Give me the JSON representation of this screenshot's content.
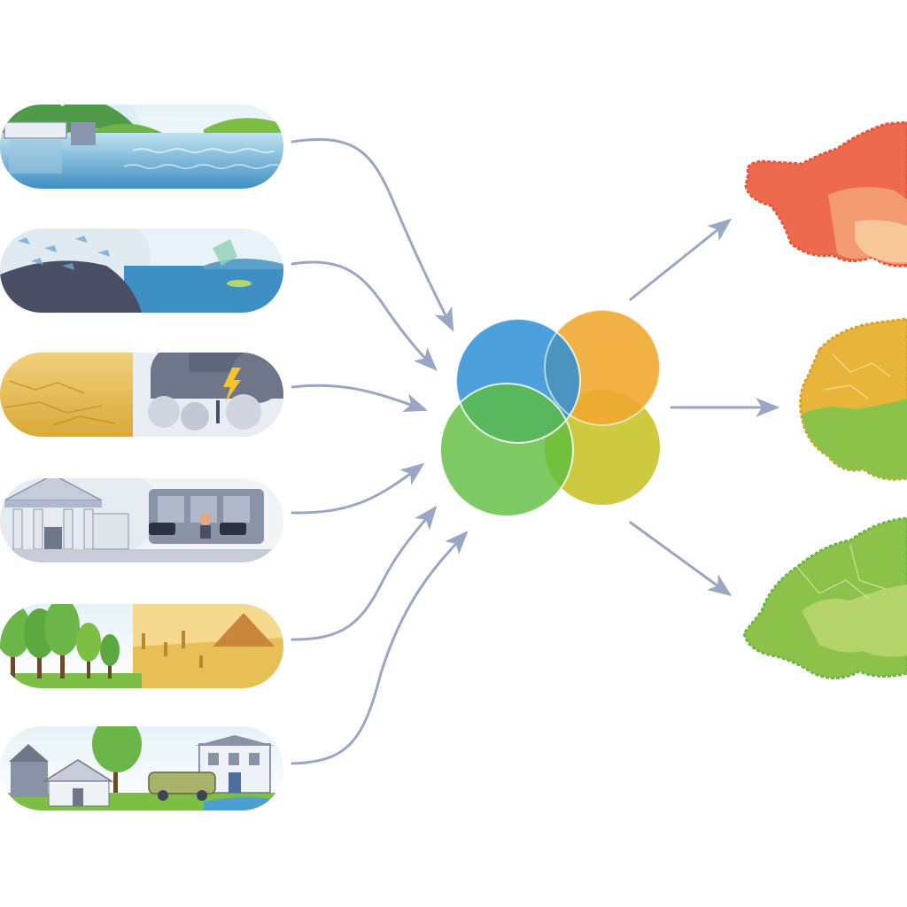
{
  "inputs": [
    {
      "name": "coastal-water",
      "icon": "coastal-dam-water-scene-icon"
    },
    {
      "name": "ocean-pollution",
      "icon": "ocean-debris-scene-icon"
    },
    {
      "name": "drought-storm",
      "icon": "drought-lightning-storm-scene-icon"
    },
    {
      "name": "institutions",
      "icon": "government-building-office-scene-icon"
    },
    {
      "name": "deforestation",
      "icon": "forest-to-desert-scene-icon"
    },
    {
      "name": "settlements",
      "icon": "town-houses-car-scene-icon"
    }
  ],
  "hub": {
    "icon": "four-overlapping-circles-icon",
    "circles": [
      {
        "name": "blue",
        "color": "#2f8fd6"
      },
      {
        "name": "orange",
        "color": "#f0a830"
      },
      {
        "name": "green",
        "color": "#5cbd3f"
      },
      {
        "name": "yellow",
        "color": "#c8c42a"
      }
    ]
  },
  "outputs": [
    {
      "name": "high-risk-region",
      "icon": "red-region-map-icon",
      "color": "#ee6a4e"
    },
    {
      "name": "medium-risk-region",
      "icon": "yellow-green-region-map-icon",
      "color": "#e6b53a"
    },
    {
      "name": "low-risk-region",
      "icon": "green-region-map-icon",
      "color": "#8cc24a"
    }
  ],
  "colors": {
    "arrow": "#9aa7c4",
    "water": "#4d9fcf",
    "land_green": "#6cb548",
    "sand": "#e8bf57",
    "storm": "#6f7689",
    "building": "#c7ccd9"
  }
}
